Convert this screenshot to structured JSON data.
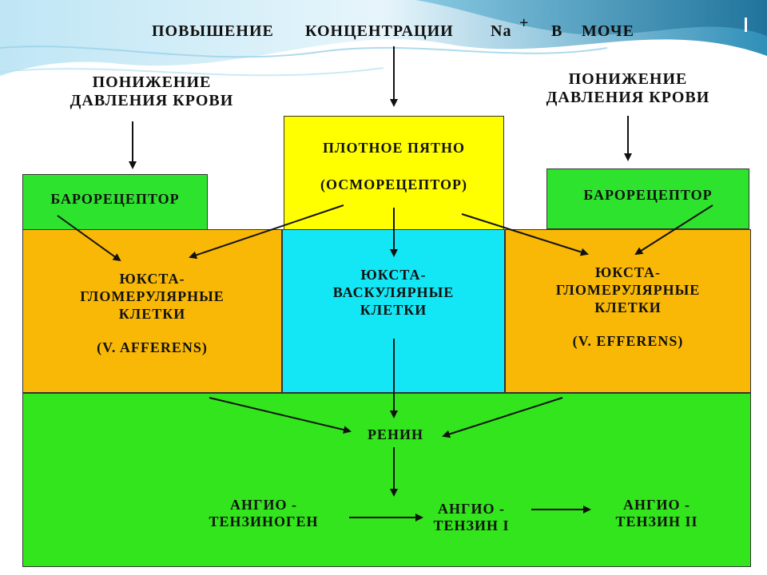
{
  "header": {
    "line1_part1": "ПОВЫШЕНИЕ",
    "line1_part2": "КОНЦЕНТРАЦИИ",
    "na": "Na",
    "plus": "+",
    "line1_part3": "В",
    "line1_part4": "МОЧЕ"
  },
  "left_top": {
    "line1": "ПОНИЖЕНИЕ",
    "line2": "ДАВЛЕНИЯ КРОВИ"
  },
  "right_top": {
    "line1": "ПОНИЖЕНИЕ",
    "line2": "ДАВЛЕНИЯ КРОВИ"
  },
  "dense_spot": {
    "line1": "ПЛОТНОЕ ПЯТНО",
    "line2": "(ОСМОРЕЦЕПТОР)"
  },
  "baroreceptor_left": "БАРОРЕЦЕПТОР",
  "baroreceptor_right": "БАРОРЕЦЕПТОР",
  "jg_left": {
    "line1": "ЮКСТА-",
    "line2": "ГЛОМЕРУЛЯРНЫЕ",
    "line3": "КЛЕТКИ",
    "line4": "(V. AFFERENS)"
  },
  "jv_center": {
    "line1": "ЮКСТА-",
    "line2": "ВАСКУЛЯРНЫЕ",
    "line3": "КЛЕТКИ"
  },
  "jg_right": {
    "line1": "ЮКСТА-",
    "line2": "ГЛОМЕРУЛЯРНЫЕ",
    "line3": "КЛЕТКИ",
    "line4": "(V. EFFERENS)"
  },
  "renin": "РЕНИН",
  "angiotensinogen": {
    "line1": "АНГИО -",
    "line2": "ТЕНЗИНОГЕН"
  },
  "angiotensin1": {
    "line1": "АНГИО -",
    "line2": "ТЕНЗИН I"
  },
  "angiotensin2": {
    "line1": "АНГИО -",
    "line2": "ТЕНЗИН II"
  },
  "colors": {
    "green_box": "#2ee32e",
    "yellow_box": "#ffff00",
    "orange_box": "#f9b806",
    "cyan_box": "#13e7f5",
    "bottom_green": "#33e51c",
    "border_frame": "#0f2b2b"
  }
}
